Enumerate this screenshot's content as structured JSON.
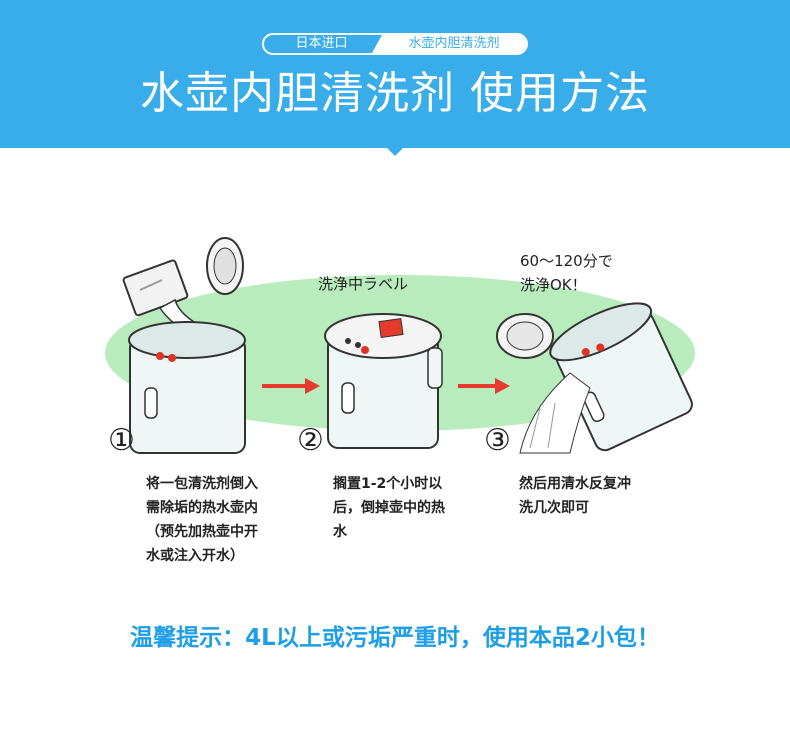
{
  "header": {
    "tag_left": "日本进口",
    "tag_right": "水壶内胆清洗剂",
    "title": "水壶内胆清洗剂 使用方法"
  },
  "illustration": {
    "label_sticker": "洗浄中ラベル",
    "label_time": "60～120分で",
    "label_ok": "洗浄OK！"
  },
  "steps": [
    {
      "number": "①",
      "lines": [
        "将一包清洗剂倒入",
        "需除垢的热水壶内",
        "（预先加热壶中开",
        "水或注入开水）"
      ]
    },
    {
      "number": "②",
      "lines": [
        "搁置1-2个小时以",
        "后，倒掉壶中的热",
        "水"
      ]
    },
    {
      "number": "③",
      "lines": [
        "然后用清水反复冲",
        "洗几次即可"
      ]
    }
  ],
  "tip": "温馨提示：4L以上或污垢严重时，使用本品2小包！",
  "colors": {
    "header_blue": "#39acea",
    "tip_blue": "#1d9ee6",
    "ellipse_green": "#b8ecbd",
    "arrow_red": "#e53a2c"
  }
}
